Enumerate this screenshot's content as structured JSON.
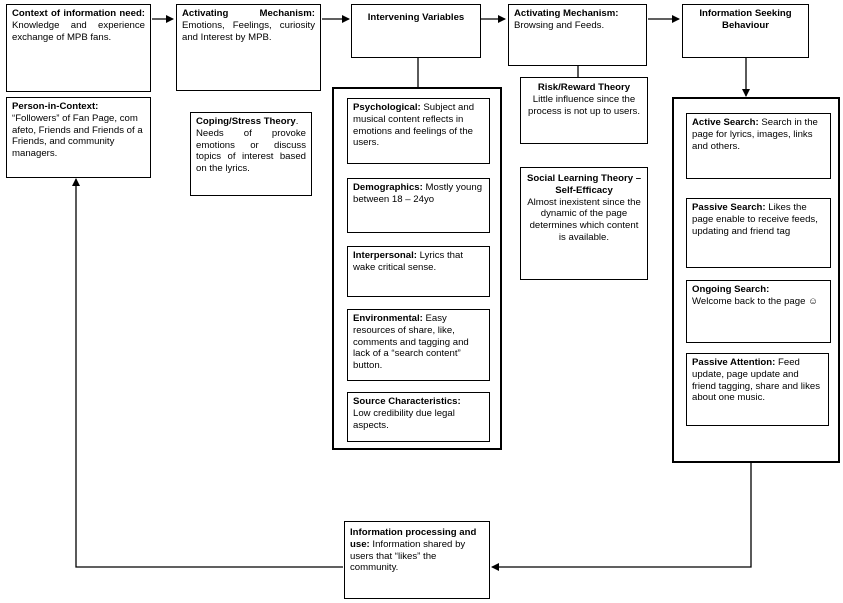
{
  "diagram": {
    "context": {
      "title": "Context of information need:",
      "body": "Knowledge and experience exchange of MPB fans."
    },
    "person_in_context": {
      "title": "Person-in-Context:",
      "body": "“Followers” of Fan Page, com afeto, Friends and Friends of a Friends, and community managers."
    },
    "activating_mechanism_1": {
      "title": "Activating Mechanism:",
      "body": "Emotions, Feelings, curiosity and Interest by MPB."
    },
    "coping_stress": {
      "title": "Coping/Stress Theory",
      "title_suffix": ".",
      "body": "Needs of provoke emotions or discuss topics of interest based on the lyrics."
    },
    "intervening_variables": {
      "title": "Intervening Variables",
      "items": [
        {
          "title": "Psychological:",
          "body": "Subject and musical content reflects in emotions and feelings of the users."
        },
        {
          "title": "Demographics:",
          "body": "Mostly young between 18 – 24yo"
        },
        {
          "title": "Interpersonal:",
          "body": "Lyrics that wake critical sense."
        },
        {
          "title": "Environmental:",
          "body": "Easy resources of share, like, comments and tagging and lack of a “search content” button."
        },
        {
          "title": "Source Characteristics:",
          "body": "Low credibility due legal aspects."
        }
      ]
    },
    "activating_mechanism_2": {
      "title": "Activating Mechanism:",
      "body": "Browsing and Feeds."
    },
    "risk_reward": {
      "title": "Risk/Reward Theory",
      "body": "Little influence since the process is not up to users."
    },
    "social_learning": {
      "title": "Social Learning Theory – Self-Efficacy",
      "body": "Almost inexistent since the dynamic of the page determines which content is available."
    },
    "info_seeking": {
      "title": "Information Seeking Behaviour",
      "items": [
        {
          "title": "Active Search:",
          "body": "Search in the page for lyrics, images, links and others."
        },
        {
          "title": "Passive Search:",
          "body": "Likes the page enable to receive feeds, updating and friend tag"
        },
        {
          "title": "Ongoing Search:",
          "body": "Welcome back to the page ☺"
        },
        {
          "title": "Passive Attention:",
          "body": "Feed update, page update and friend tagging, share and likes about one music."
        }
      ]
    },
    "info_processing": {
      "title": "Information processing and use:",
      "body": "Information shared by users that “likes” the community."
    }
  }
}
